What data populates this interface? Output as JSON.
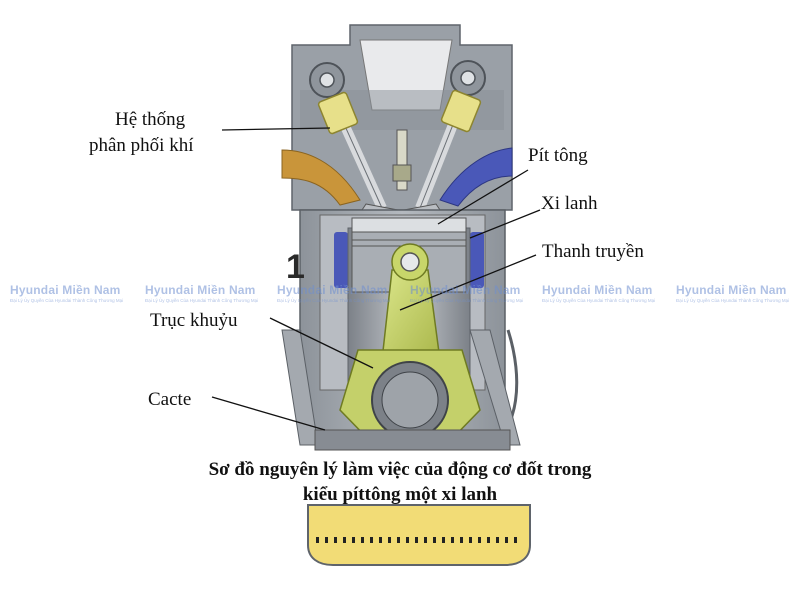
{
  "labels": {
    "valve_system": [
      "Hệ thống",
      "phân phối khí"
    ],
    "piston": "Pít tông",
    "cylinder": "Xi lanh",
    "connecting_rod": "Thanh truyền",
    "crankshaft": "Trục khuỷu",
    "crankcase": "Cacte"
  },
  "stroke_number": "1",
  "caption": {
    "line1": "Sơ đồ nguyên lý làm việc của động cơ đốt trong",
    "line2": "kiểu píttông một xi lanh"
  },
  "watermark": {
    "name": "Hyundai Miền Nam",
    "subtitle": "Đại Lý Ủy Quyền Của Hyundai Thành Công Thương Mại"
  },
  "colors": {
    "engine_gray": "#a7acb3",
    "intake_orange": "#c9953a",
    "exhaust_blue": "#4a58b8",
    "valve_yellow": "#e7e08a",
    "rod_green": "#c8d66a",
    "oil_pan_yellow": "#f2dc76"
  }
}
